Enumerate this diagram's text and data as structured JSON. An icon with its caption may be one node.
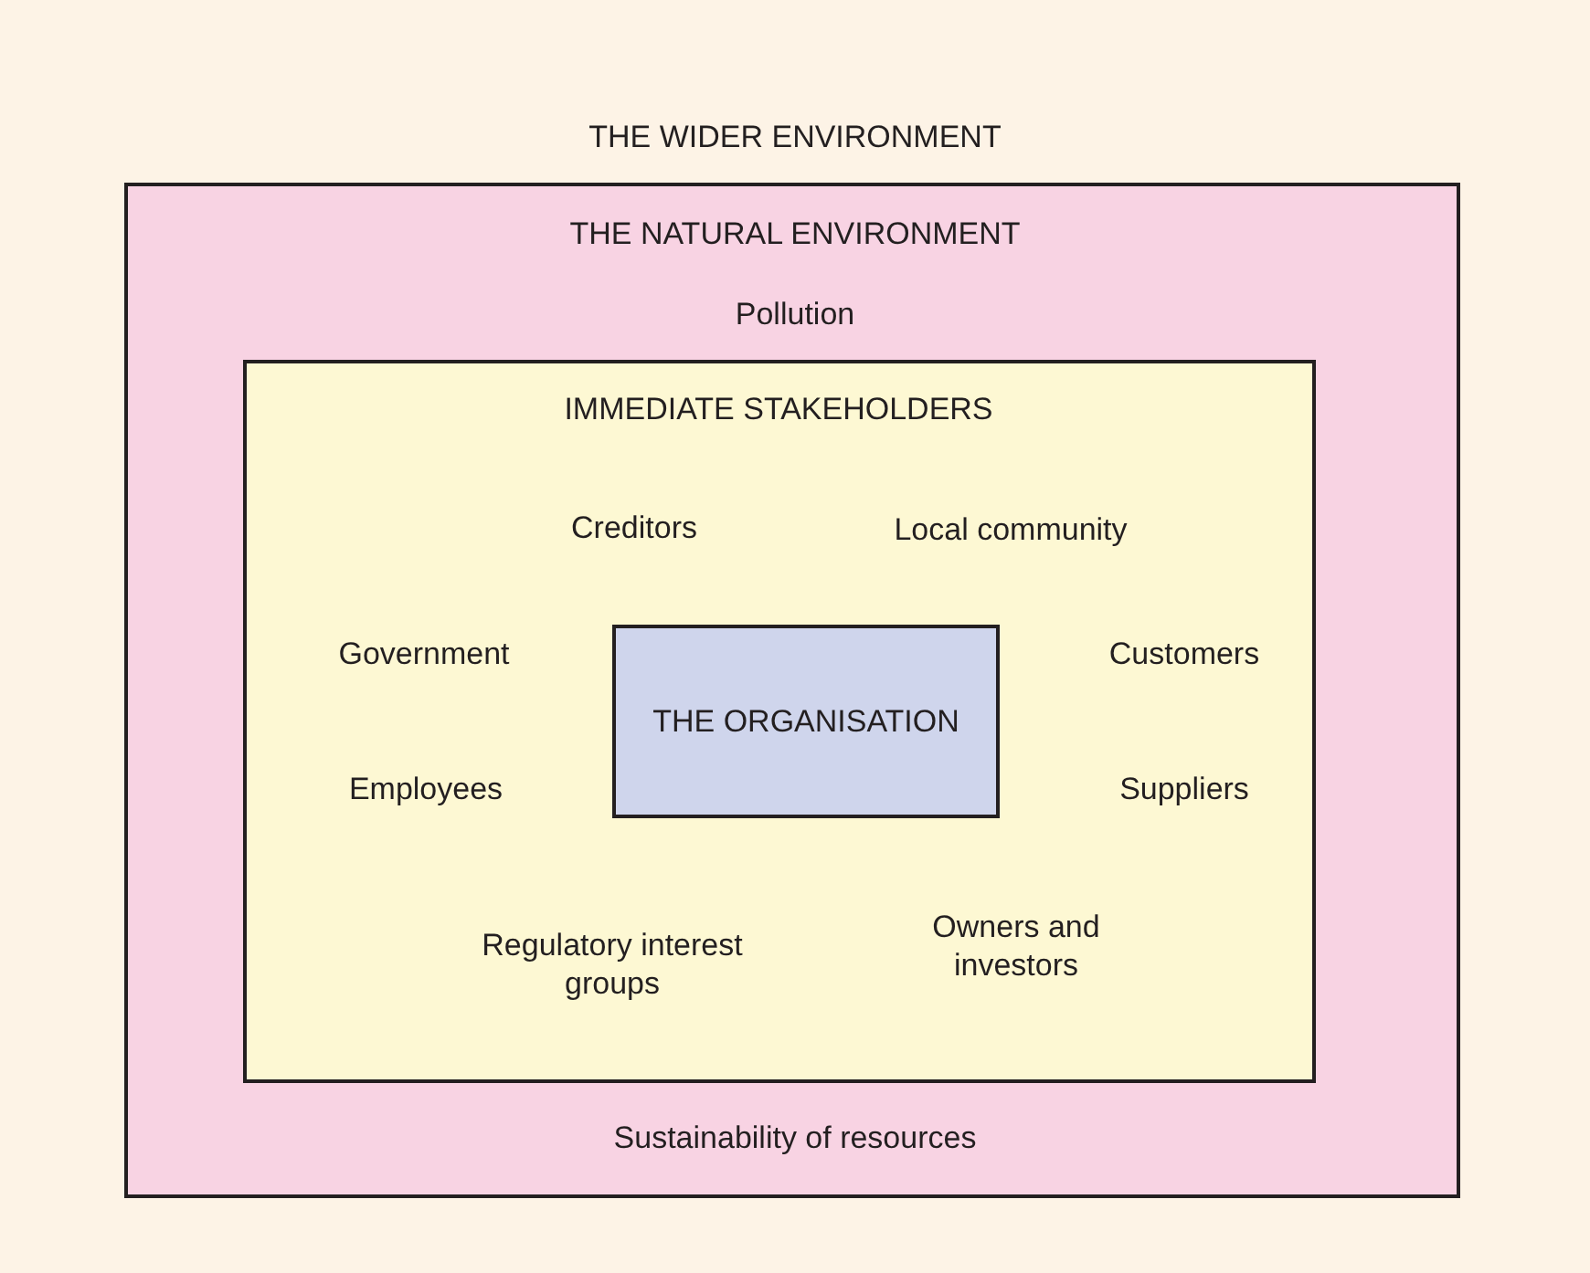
{
  "diagram": {
    "nodes": [
      {
        "text": [
          "THE WIDER ENVIRONMENT"
        ]
      },
      {
        "text": [
          "THE NATURAL ENVIRONMENT",
          "Pollution",
          "Sustainability of resources"
        ],
        "in": 0
      },
      {
        "text": [
          "IMMEDIATE STAKEHOLDERS",
          "Creditors",
          "Local community",
          "Government",
          "Customers",
          "Employees",
          "Suppliers",
          "Regulatory interest groups",
          "Owners and investors"
        ],
        "in": 1
      },
      {
        "text": [
          "THE ORGANISATION"
        ],
        "in": 2
      }
    ]
  }
}
